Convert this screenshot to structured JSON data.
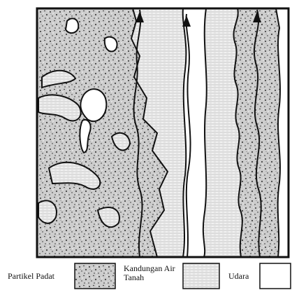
{
  "legend": {
    "solid_particles": "Partikel Padat",
    "groundwater_content": "Kandungan Air Tanah",
    "air": "Udara"
  },
  "colors": {
    "ink": "#111111",
    "solid_fill": "#cfcfcf",
    "water_fill": "#e9e9e9",
    "air_fill": "#ffffff"
  }
}
